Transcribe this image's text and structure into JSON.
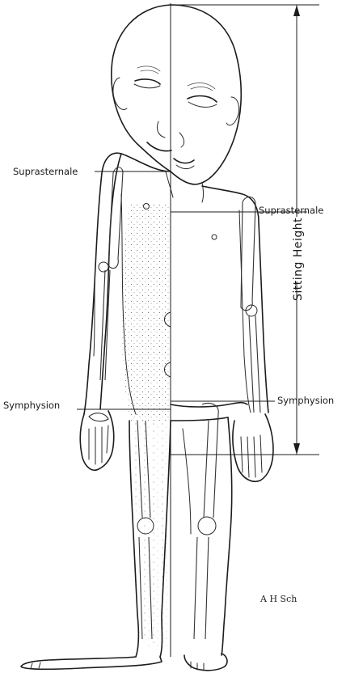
{
  "labels": {
    "suprasternale_left": "Suprasternale",
    "suprasternale_right": "Suprasternale",
    "symphysion_left": "Symphysion",
    "symphysion_right": "Symphysion",
    "sitting_height": "Sitting Height",
    "signature": "A H Sch"
  },
  "colors": {
    "ink": "#1c1c1c",
    "paper": "#ffffff"
  }
}
